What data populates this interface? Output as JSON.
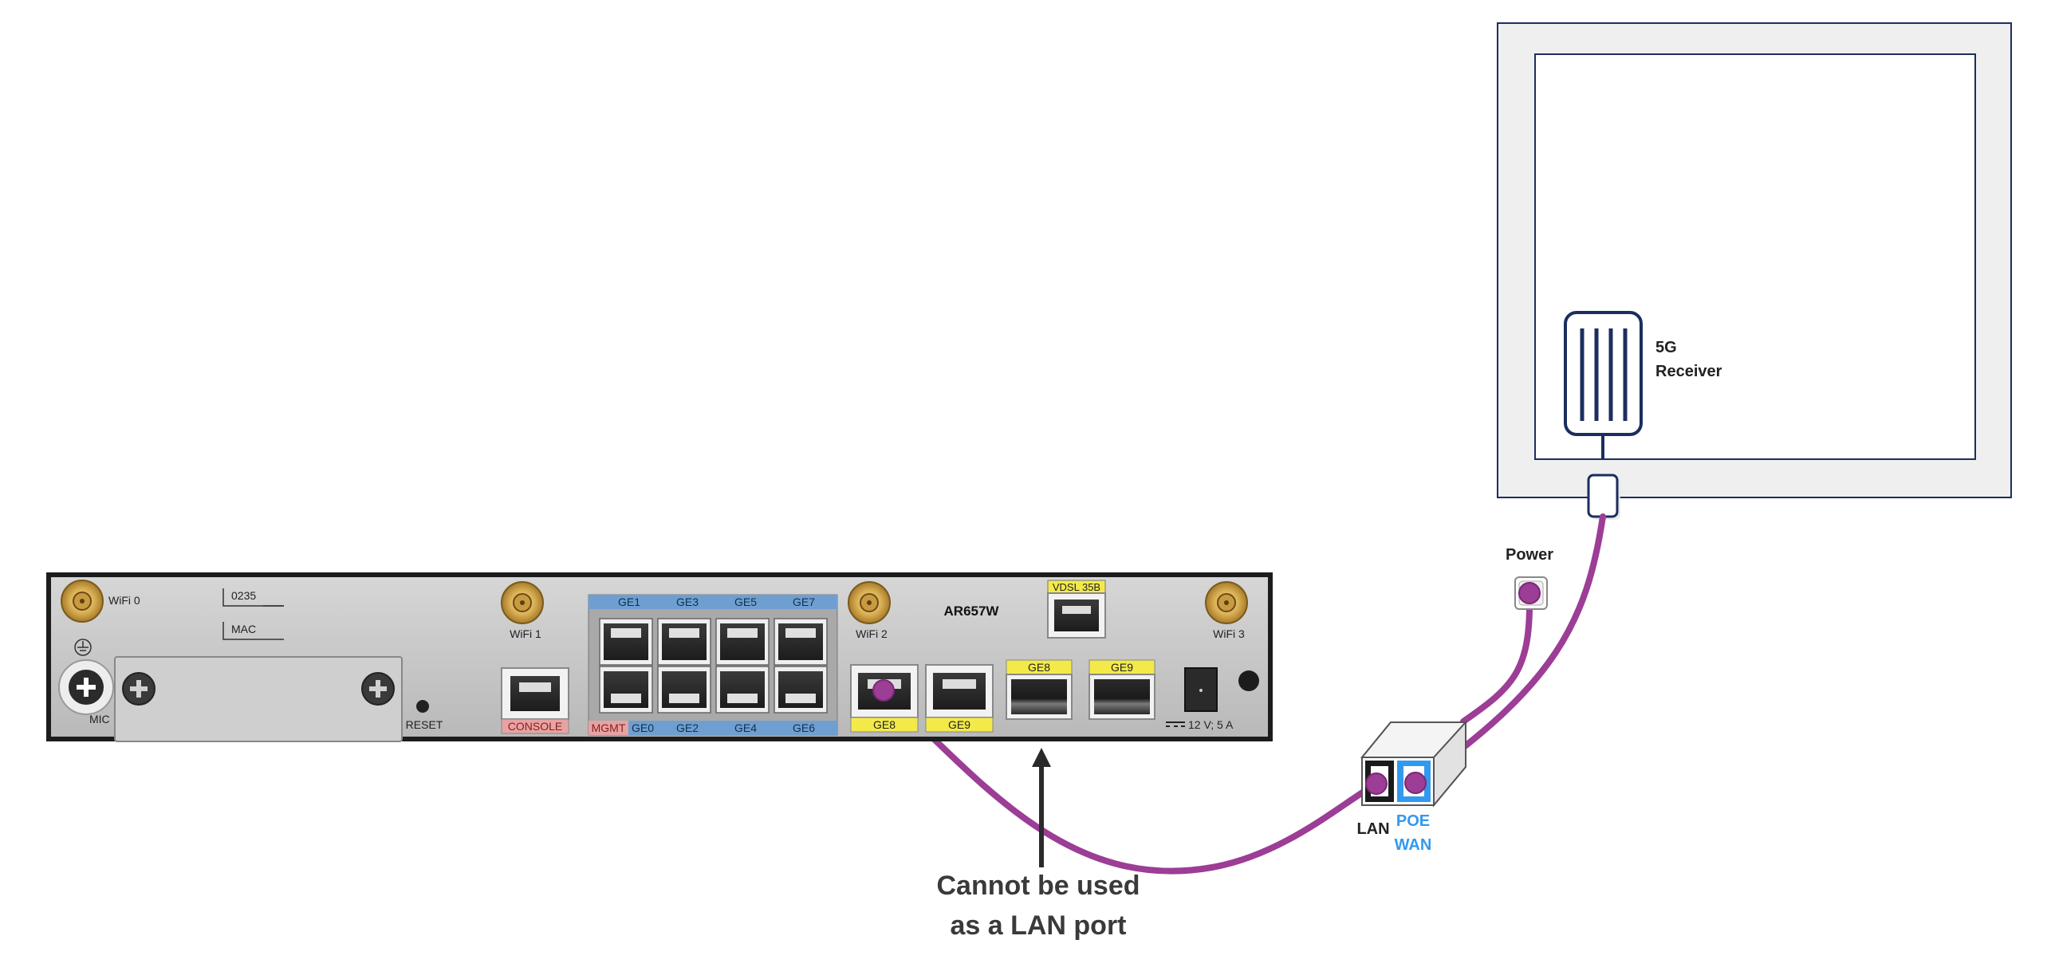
{
  "router": {
    "model": "AR657W",
    "labels": {
      "wifi0": "WiFi 0",
      "wifi1": "WiFi 1",
      "wifi2": "WiFi 2",
      "wifi3": "WiFi 3",
      "serial_prefix": "0235",
      "mac": "MAC",
      "mic": "MIC",
      "reset": "RESET",
      "console": "CONSOLE",
      "mgmt": "MGMT",
      "ge0": "GE0",
      "ge1": "GE1",
      "ge2": "GE2",
      "ge3": "GE3",
      "ge4": "GE4",
      "ge5": "GE5",
      "ge6": "GE6",
      "ge7": "GE7",
      "ge8_rj45": "GE8",
      "ge9_rj45": "GE9",
      "ge8_sfp": "GE8",
      "ge9_sfp": "GE9",
      "vdsl": "VDSL 35B",
      "power_rating": "12 V; 5 A"
    }
  },
  "annotation": {
    "line1": "Cannot be used",
    "line2": "as a LAN port"
  },
  "poe_injector": {
    "lan_label": "LAN",
    "poe_label": "POE",
    "wan_label": "WAN",
    "power_label": "Power"
  },
  "receiver": {
    "line1": "5G",
    "line2": "Receiver"
  },
  "colors": {
    "cable": "#9c3d96",
    "port_blue": "#6f9fd0",
    "port_yellow": "#f3ea4a",
    "console_red": "#e7a3a3",
    "navy": "#1b2e5e",
    "poe_blue": "#3399ee"
  }
}
